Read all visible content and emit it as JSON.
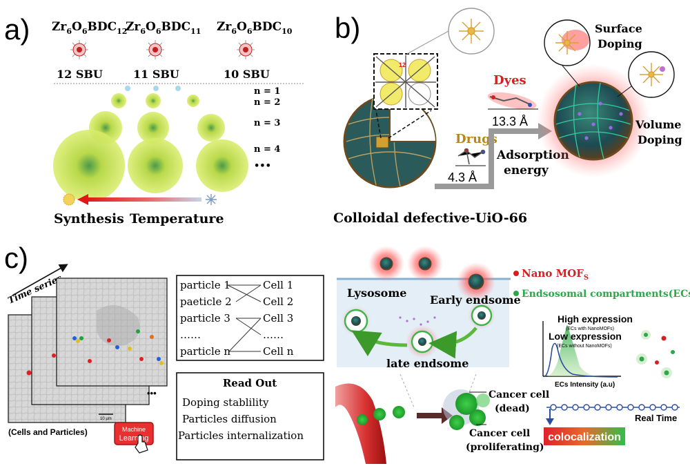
{
  "panel_a": {
    "label": "a)",
    "mof_12": {
      "base": "Zr",
      "s1": "6",
      "mid": "O",
      "s2": "6",
      "end": "BDC",
      "s3": "12"
    },
    "mof_11": {
      "base": "Zr",
      "s1": "6",
      "mid": "O",
      "s2": "6",
      "end": "BDC",
      "s3": "11"
    },
    "mof_10": {
      "base": "Zr",
      "s1": "6",
      "mid": "O",
      "s2": "6",
      "end": "BDC",
      "s3": "10"
    },
    "sbu": [
      "12 SBU",
      "11 SBU",
      "10 SBU"
    ],
    "n_labels": [
      "n = 1",
      "n = 2",
      "n = 3",
      "n = 4"
    ],
    "ellipsis": "•••",
    "axis_synthesis": "Synthesis",
    "axis_temperature": "Temperature"
  },
  "panel_b": {
    "label": "b)",
    "surface_doping": [
      "Surface",
      "Doping"
    ],
    "volume_doping": [
      "Volume",
      "Doping"
    ],
    "dyes": "Dyes",
    "dye_size": "13.3 Å",
    "drugs": "Drugs",
    "drug_size": "4.3 Å",
    "adsorption": [
      "Adsorption",
      "energy"
    ],
    "caption": "Colloidal defective-UiO-66",
    "cell_tag": "12",
    "colors": {
      "red": "#d42020",
      "gold": "#b8861b",
      "gray_arrow": "#9a9a9a"
    }
  },
  "panel_c": {
    "label": "c)",
    "time_series": "Time series",
    "scale_bar": "10 µm",
    "ellipsis": "•••",
    "cells_particles": "(Cells and Particles)",
    "ml_button": [
      "Machine",
      "Learning"
    ],
    "match_left": [
      "particle 1",
      "paeticle 2",
      "particle 3",
      "……",
      "particle n"
    ],
    "match_right": [
      "Cell 1",
      "Cell 2",
      "Cell 3",
      "……",
      "Cell n"
    ],
    "readout_title": "Read Out",
    "readout_items": [
      "Doping stablility",
      "Particles diffusion",
      "Particles internalization"
    ],
    "lysosome": "Lysosome",
    "early": "Early endsome",
    "late": "late endsome",
    "legend_mofs": "Nano MOF",
    "legend_mofs_sub": "S",
    "legend_ecs": "Endsosomal compartments(ECs)",
    "high_expr": "High expression",
    "high_sub": "(ECs with NanoMOFs)",
    "low_expr": "Low expression",
    "low_sub": "(ECs without NanoMOFs)",
    "ecs_axis": "ECs Intensity (a.u)",
    "real_time": "Real Time",
    "colocalization": "colocalization",
    "cancer_dead": [
      "Cancer cell",
      "(dead)"
    ],
    "cancer_prolif": [
      "Cancer cell",
      "(proliferating)"
    ],
    "colors": {
      "red": "#d42020",
      "green": "#2aa84a",
      "blue": "#2a4d9c",
      "colo_red": "#e0202a",
      "colo_green": "#2fbf4a"
    }
  }
}
